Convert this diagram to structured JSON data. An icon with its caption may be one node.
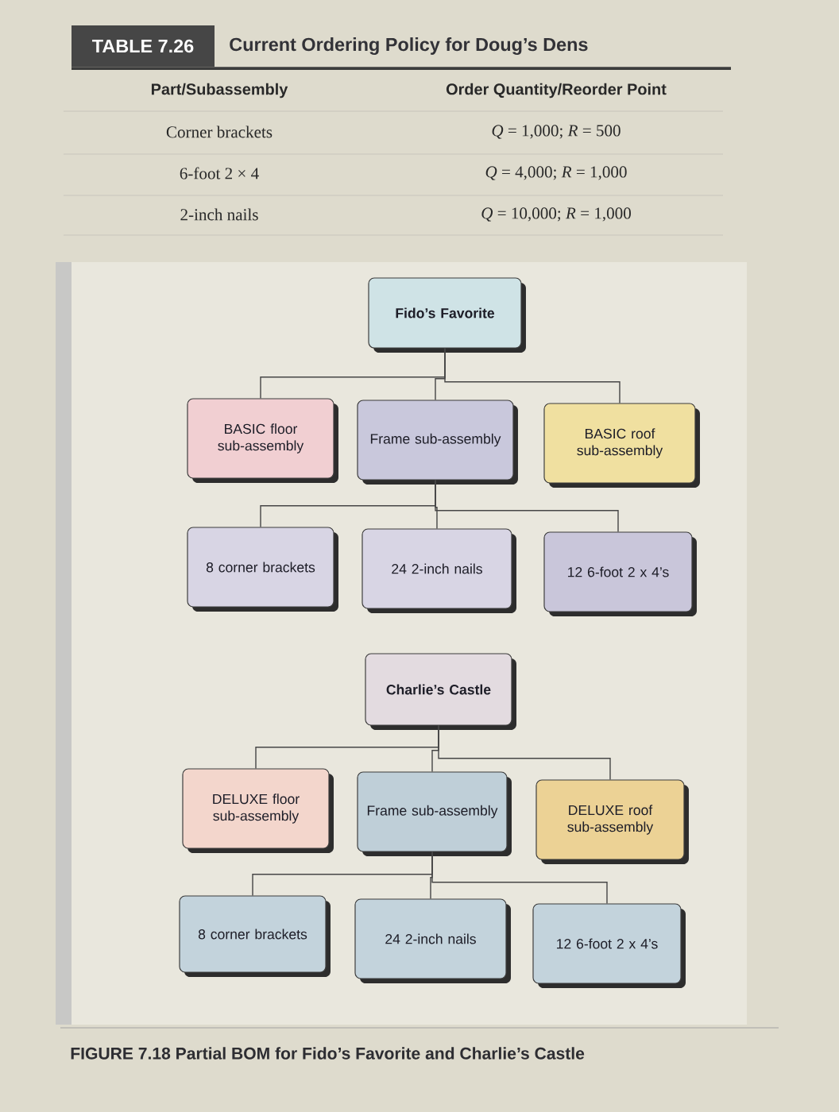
{
  "diagram": {
    "caption": "FIGURE 7.18 Partial BOM for Fido’s Favorite and Charlie’s Castle",
    "nodes": [
      {
        "text": [
          "Fido’s Favorite"
        ]
      },
      {
        "text": [
          "BASIC floor sub-assembly"
        ]
      },
      {
        "text": [
          "Frame sub-assembly"
        ]
      },
      {
        "text": [
          "BASIC roof sub-assembly"
        ]
      },
      {
        "text": [
          "8 corner brackets"
        ]
      },
      {
        "text": [
          "24 2-inch nails"
        ]
      },
      {
        "text": [
          "12 6-foot 2 x 4’s"
        ]
      },
      {
        "text": [
          "Charlie’s Castle"
        ]
      },
      {
        "text": [
          "DELUXE floor sub-assembly"
        ]
      },
      {
        "text": [
          "Frame sub-assembly"
        ]
      },
      {
        "text": [
          "DELUXE roof sub-assembly"
        ]
      },
      {
        "text": [
          "8 corner brackets"
        ]
      },
      {
        "text": [
          "24 2-inch nails"
        ]
      },
      {
        "text": [
          "12 6-foot 2 x 4’s"
        ]
      }
    ],
    "edges": [
      {
        "from": 0,
        "to": 1,
        "arrow": "none"
      },
      {
        "from": 0,
        "to": 2,
        "arrow": "none"
      },
      {
        "from": 0,
        "to": 3,
        "arrow": "none"
      },
      {
        "from": 2,
        "to": 4,
        "arrow": "none"
      },
      {
        "from": 2,
        "to": 5,
        "arrow": "none"
      },
      {
        "from": 2,
        "to": 6,
        "arrow": "none"
      },
      {
        "from": 7,
        "to": 8,
        "arrow": "none"
      },
      {
        "from": 7,
        "to": 9,
        "arrow": "none"
      },
      {
        "from": 7,
        "to": 10,
        "arrow": "none"
      },
      {
        "from": 9,
        "to": 11,
        "arrow": "none"
      },
      {
        "from": 9,
        "to": 12,
        "arrow": "none"
      },
      {
        "from": 9,
        "to": 13,
        "arrow": "none"
      }
    ],
    "labels": [
      "TABLE 7.26",
      "Current Ordering Policy for Doug’s Dens",
      "Part/Subassembly",
      "Order Quantity/Reorder Point",
      "Corner brackets",
      "*Q* = 1,000; *R* = 500",
      "6-foot 2 × 4",
      "*Q* = 4,000; *R* = 1,000",
      "2-inch nails",
      "*Q* = 10,000; *R* = 1,000"
    ]
  }
}
